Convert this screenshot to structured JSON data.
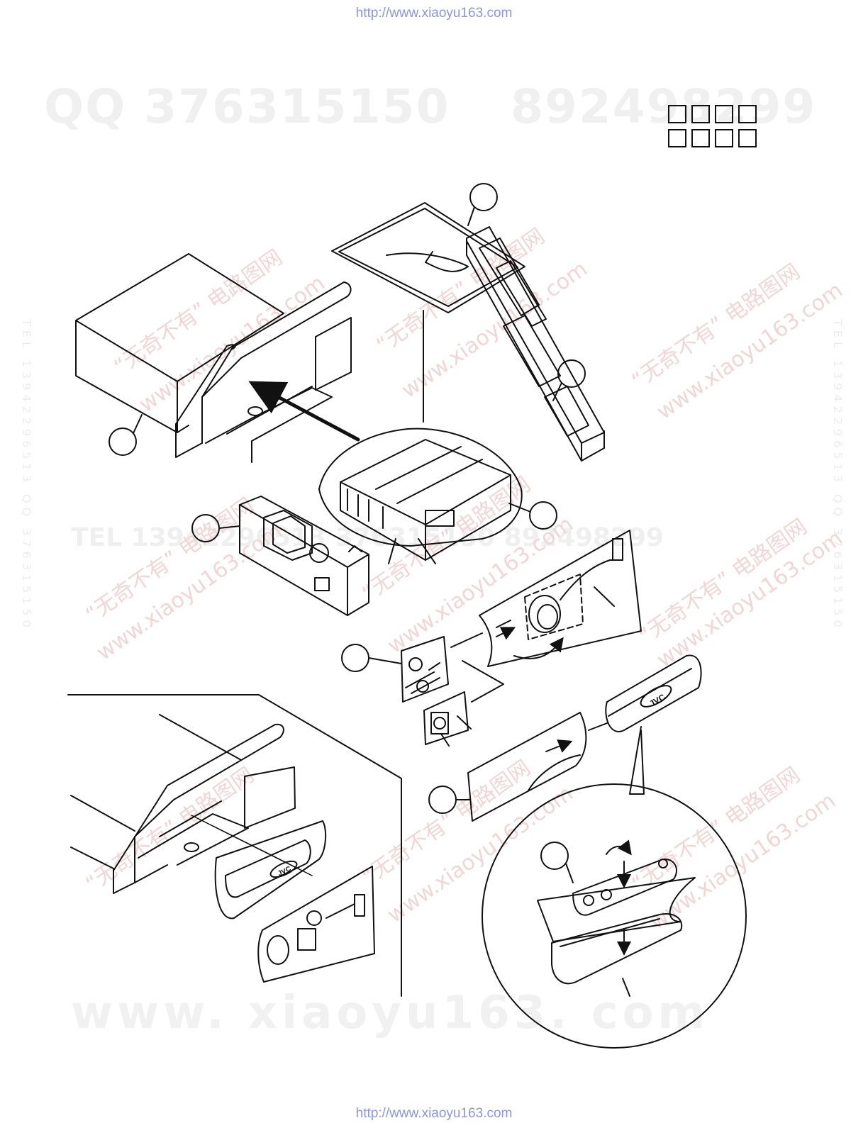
{
  "header": {
    "url": "http://www.xiaoyu163.com"
  },
  "footer": {
    "url": "http://www.xiaoyu163.com"
  },
  "watermarks": {
    "qq": "QQ 376315150",
    "number": "892498299",
    "middle": "TEL 13942296513   376315150   892498299",
    "bottom": "www. xiaoyu163. com",
    "diagonal_a": "“无奇不有” 电路图网",
    "diagonal_b": "www.xiaoyu163.com",
    "side_left": "TEL 13942296513 QQ 376315150",
    "side_right": "TEL 13942296513 QQ 376315150"
  },
  "product": {
    "brand_label": "JVC"
  },
  "colors": {
    "line": "#111111",
    "url": "#8c95e0",
    "watermark": "#f0f0f0"
  },
  "part_callouts": [
    "callout-sheet",
    "callout-carton",
    "callout-right-cushion",
    "callout-left-cushion",
    "callout-unit-bag",
    "callout-accessory",
    "callout-panel-bag",
    "callout-case-sheet"
  ]
}
